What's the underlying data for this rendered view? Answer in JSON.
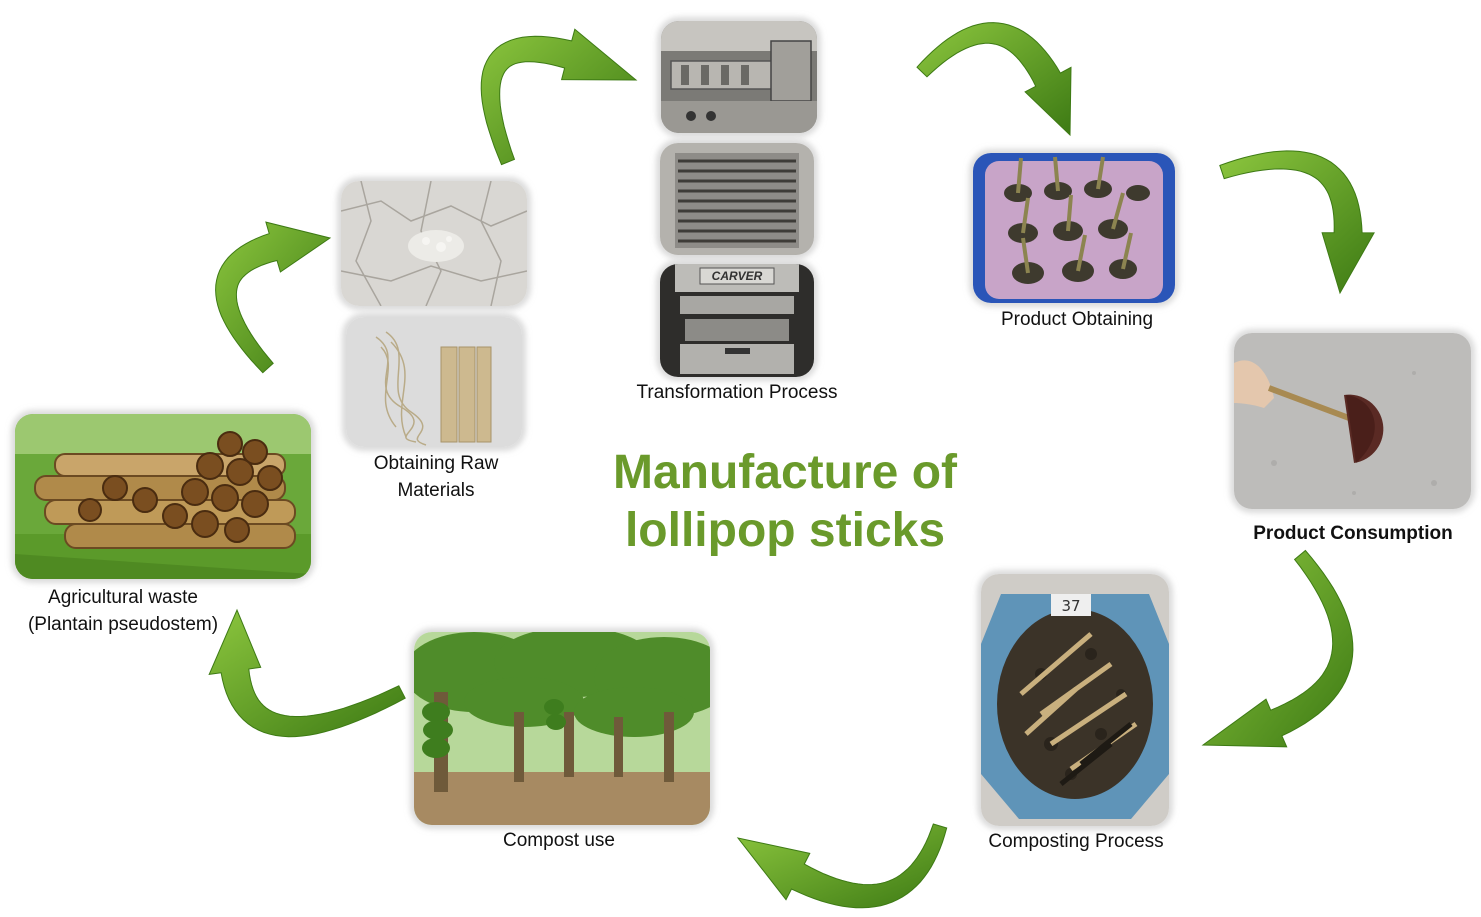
{
  "title": {
    "line1": "Manufacture of",
    "line2": "lollipop sticks",
    "color": "#6a9a2b"
  },
  "colors": {
    "arrow_light": "#8cc63e",
    "arrow_dark": "#3d7a14"
  },
  "stages": {
    "agricultural_waste": {
      "line1": "Agricultural waste",
      "line2": "(Plantain pseudostem)"
    },
    "raw_materials": {
      "line1": "Obtaining Raw",
      "line2": "Materials"
    },
    "transformation": {
      "label": "Transformation Process",
      "press_brand": "CARVER"
    },
    "product_obtaining": {
      "label": "Product Obtaining"
    },
    "product_consumption": {
      "label": "Product Consumption"
    },
    "composting": {
      "label": "Composting Process",
      "sample_tag": "37"
    },
    "compost_use": {
      "label": "Compost use"
    }
  }
}
